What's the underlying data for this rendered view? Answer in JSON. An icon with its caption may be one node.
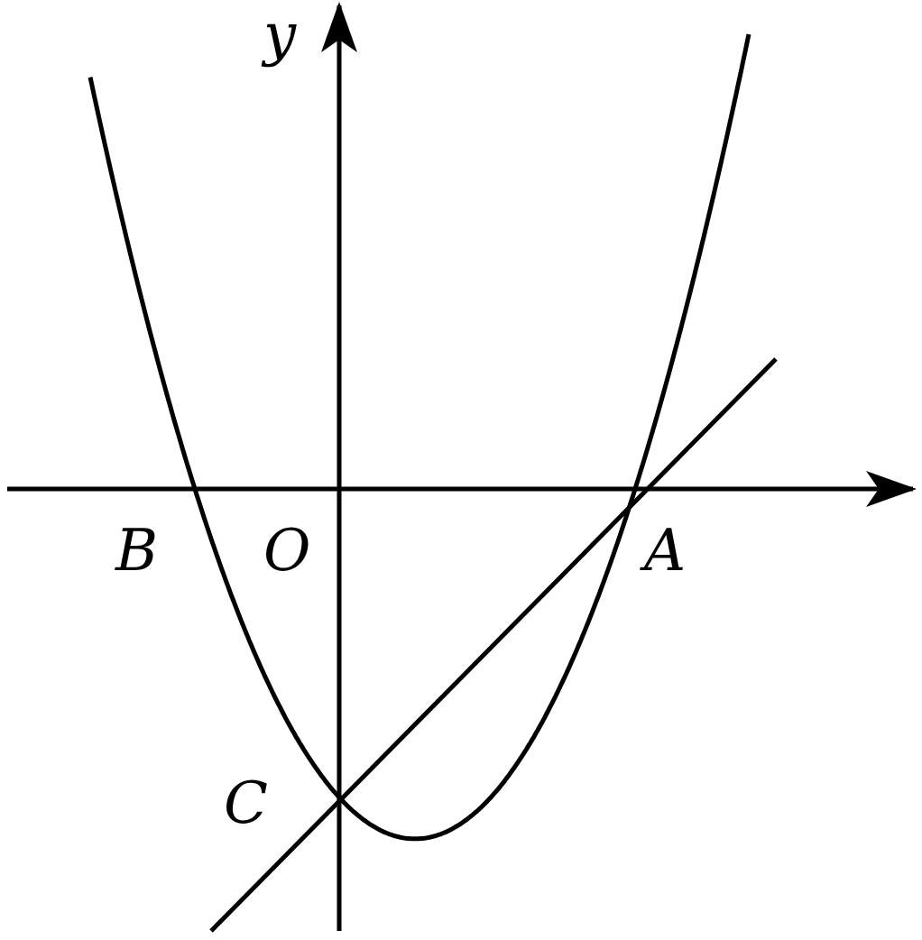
{
  "diagram": {
    "labels": [
      "y",
      "B",
      "O",
      "A",
      "C"
    ]
  }
}
